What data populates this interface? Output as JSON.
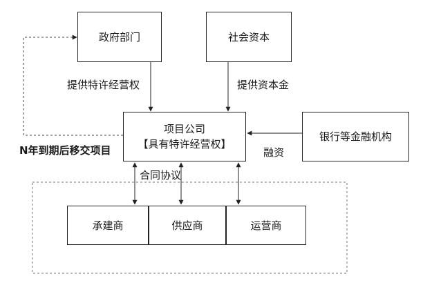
{
  "nodes": {
    "gov": "政府部门",
    "capital": "社会资本",
    "project_line1": "项目公司",
    "project_line2": "【具有特许经营权】",
    "bank": "银行等金融机构",
    "builder": "承建商",
    "supplier": "供应商",
    "operator": "运营商"
  },
  "labels": {
    "gov_arrow": "提供特许经营权",
    "capital_arrow": "提供资本金",
    "finance": "融资",
    "transfer": "N年到期后移交项目",
    "contract": "合同协议"
  }
}
